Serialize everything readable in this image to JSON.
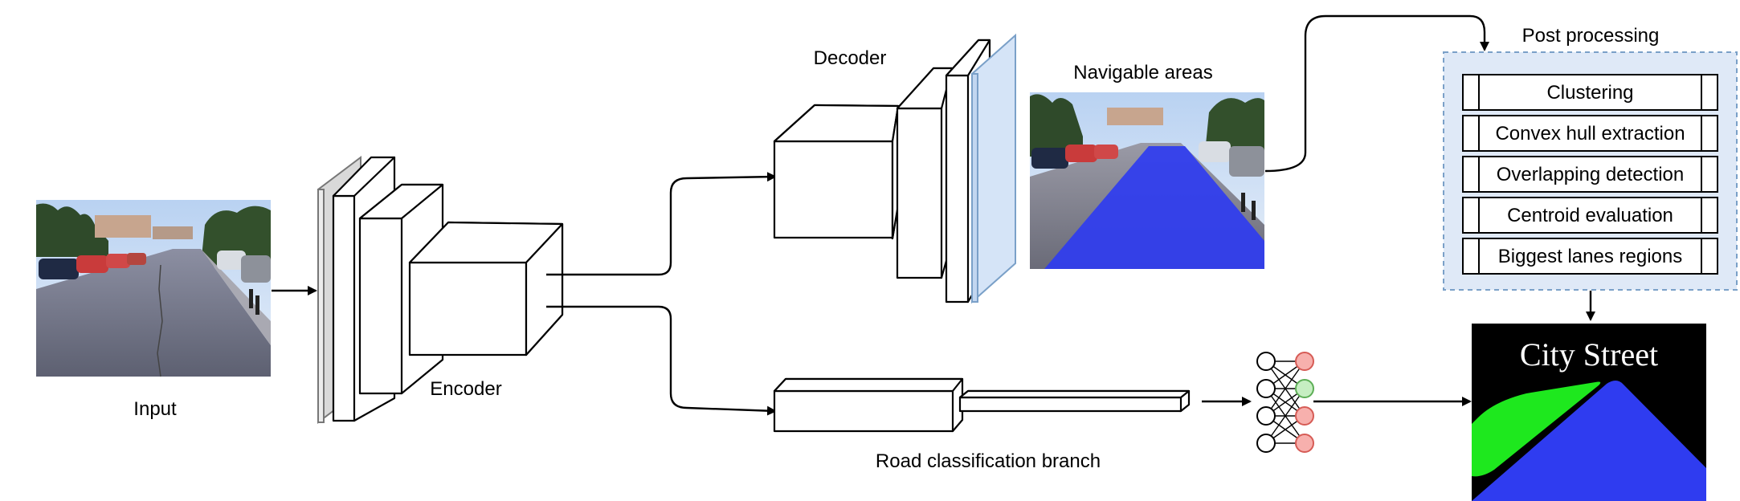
{
  "labels": {
    "input": "Input",
    "encoder": "Encoder",
    "decoder": "Decoder",
    "navigable_areas": "Navigable areas",
    "road_classification_branch": "Road classification branch",
    "post_processing": "Post processing"
  },
  "post_processing_steps": [
    "Clustering",
    "Convex hull extraction",
    "Overlapping detection",
    "Centroid evaluation",
    "Biggest lanes regions"
  ],
  "output": {
    "class_label": "City Street"
  },
  "colors": {
    "decoder_output": "#d5e4f7",
    "post_processing_bg": "#dfe9f7",
    "post_processing_border": "#7aa0c8",
    "road_mask": "#2f3cf0",
    "lane_green": "#1ee81e",
    "node_red": "#f7b0ad",
    "node_green": "#c6eec2"
  },
  "icons": [
    "road-photo",
    "neural-network",
    "segmentation-output"
  ]
}
